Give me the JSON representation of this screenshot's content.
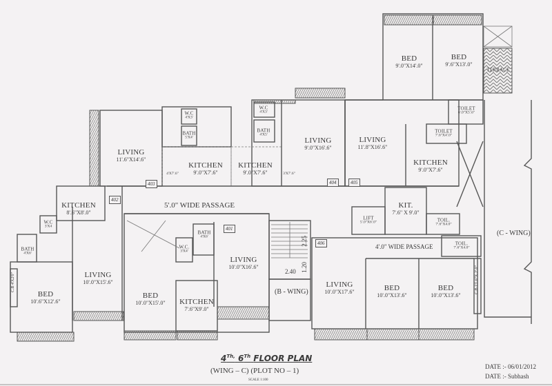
{
  "title": {
    "floor_a": "4",
    "sup_a": "Th,",
    "floor_b": "6",
    "sup_b": "Th",
    "label": "FLOOR PLAN",
    "subtitle": "(WING – C) (PLOT NO – 1)",
    "scale": "SCALE 1:100"
  },
  "footer": {
    "date": "DATE :- 06/01/2012",
    "drawn_by": "DATE :- Subhash"
  },
  "units": {
    "u401": {
      "tag": "401",
      "bed": {
        "name": "BED",
        "dim": "10'.0\"X15'.0\""
      },
      "kitchen": {
        "name": "KITCHEN",
        "dim": "7'.6\"X9'.0\""
      },
      "living": {
        "name": "LIVING",
        "dim": "10'.0\"X16'.6\""
      },
      "bath": {
        "name": "BATH",
        "dim": "4'X6'"
      },
      "wc": {
        "name": "W.C.",
        "dim": "3'X4'"
      }
    },
    "u402": {
      "tag": "402",
      "kitchen": {
        "name": "KITCHEN",
        "dim": "8'.6\"X8'.0\""
      },
      "living": {
        "name": "LIVING",
        "dim": "10'.0\"X15'.6\""
      },
      "bed": {
        "name": "BED",
        "dim": "10'.6\"X12'.6\""
      },
      "bath": {
        "name": "BATH",
        "dim": "4'X6'"
      },
      "wc": {
        "name": "W.C",
        "dim": "3'X4"
      },
      "cb": "C.B 4'X2'0\""
    },
    "u403": {
      "tag": "403",
      "living": {
        "name": "LIVING",
        "dim": "11'.6\"X14'.6\""
      },
      "kitchen": {
        "name": "KITCHEN",
        "dim": "9'.0\"X7'.6\""
      },
      "wc": {
        "name": "W.C",
        "dim": "4'X3'"
      },
      "bath": {
        "name": "BATH",
        "dim": "5'X4'"
      },
      "dry": "4'X7'.6\""
    },
    "u404": {
      "tag": "404",
      "kitchen": {
        "name": "KITCHEN",
        "dim": "9'.0\"X7'.6\""
      },
      "living": {
        "name": "LIVING",
        "dim": "9'.0\"X16'.6\""
      },
      "wc": {
        "name": "W.C",
        "dim": "4'X3'"
      },
      "bath": {
        "name": "BATH",
        "dim": "4'X5'"
      },
      "dry": "3'X7'.6\""
    },
    "u405": {
      "tag": "405",
      "living": {
        "name": "LIVING",
        "dim": "11'.8\"X16'.6\""
      },
      "kitchen": {
        "name": "KITCHEN",
        "dim": "9'.0\"X7'.6\""
      },
      "bed1": {
        "name": "BED",
        "dim": "9'.0\"X14'.0\""
      },
      "bed2": {
        "name": "BED",
        "dim": "9'.6\"X13'.0\""
      },
      "toilet1": {
        "name": "TOILET",
        "dim": "6'.0\"X5'.6\""
      },
      "toilet2": {
        "name": "TOILET",
        "dim": "7'.6\"X4'.0\""
      },
      "terrace": "TERRACE"
    },
    "u406": {
      "tag": "406",
      "living": {
        "name": "LIVING",
        "dim": "10'.0\"X17'.6\""
      },
      "bed1": {
        "name": "BED",
        "dim": "10'.0\"X13'.6\""
      },
      "bed2": {
        "name": "BED",
        "dim": "10'.0\"X13'.6\""
      },
      "kit": {
        "name": "KIT.",
        "dim": "7'.6\" X 9'.0\""
      },
      "toil1": {
        "name": "TOIL.",
        "dim": "7'.6\"X4.0\""
      },
      "toil2": {
        "name": "TOIL.",
        "dim": "7'.6\"X4.0\""
      },
      "cb": "C.B 15'.6\"X 2'.0\""
    }
  },
  "common": {
    "lift": {
      "name": "LIFT",
      "dim": "5'.0\"X6'.0\""
    },
    "passage_5": "5'.0\" WIDE PASSAGE",
    "passage_4": "4'.0\" WIDE PASSAGE",
    "stair_w": "2.40",
    "stair_h1": "2.25",
    "stair_h2": "1.20",
    "b_wing": "(B - WING)",
    "c_wing": "(C - WING)"
  }
}
